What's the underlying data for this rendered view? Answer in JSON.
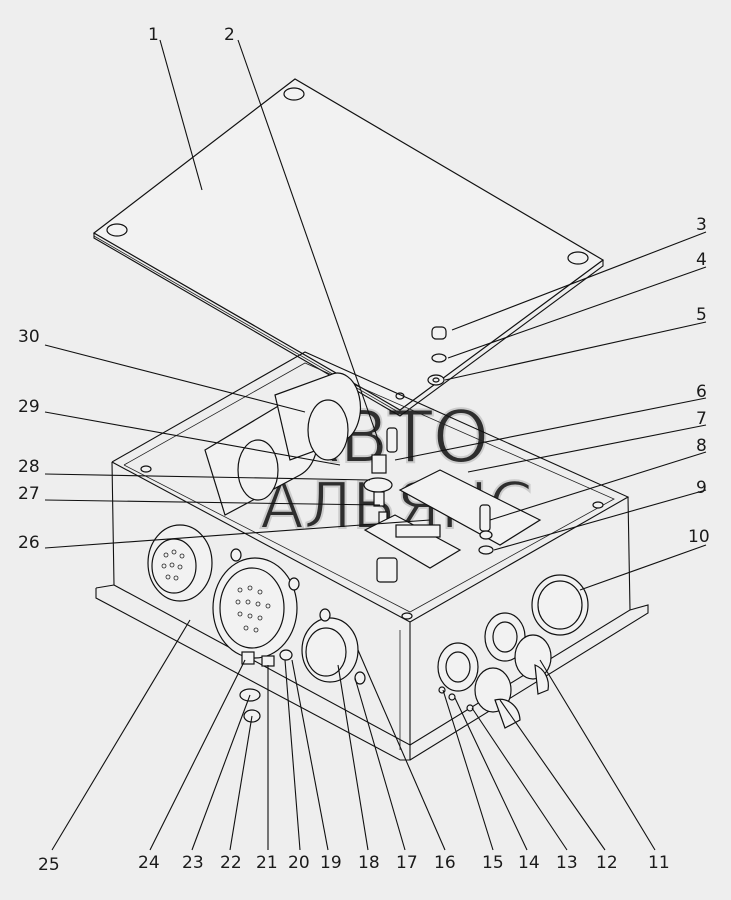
{
  "watermark": {
    "line1": "АВТО",
    "line2": "АЛЬЯНС"
  },
  "callouts": [
    {
      "label": "1"
    },
    {
      "label": "2"
    },
    {
      "label": "3"
    },
    {
      "label": "4"
    },
    {
      "label": "5"
    },
    {
      "label": "6"
    },
    {
      "label": "7"
    },
    {
      "label": "8"
    },
    {
      "label": "9"
    },
    {
      "label": "10"
    },
    {
      "label": "11"
    },
    {
      "label": "12"
    },
    {
      "label": "13"
    },
    {
      "label": "14"
    },
    {
      "label": "15"
    },
    {
      "label": "16"
    },
    {
      "label": "17"
    },
    {
      "label": "18"
    },
    {
      "label": "19"
    },
    {
      "label": "20"
    },
    {
      "label": "21"
    },
    {
      "label": "22"
    },
    {
      "label": "23"
    },
    {
      "label": "24"
    },
    {
      "label": "25"
    },
    {
      "label": "26"
    },
    {
      "label": "27"
    },
    {
      "label": "28"
    },
    {
      "label": "29"
    },
    {
      "label": "30"
    }
  ]
}
